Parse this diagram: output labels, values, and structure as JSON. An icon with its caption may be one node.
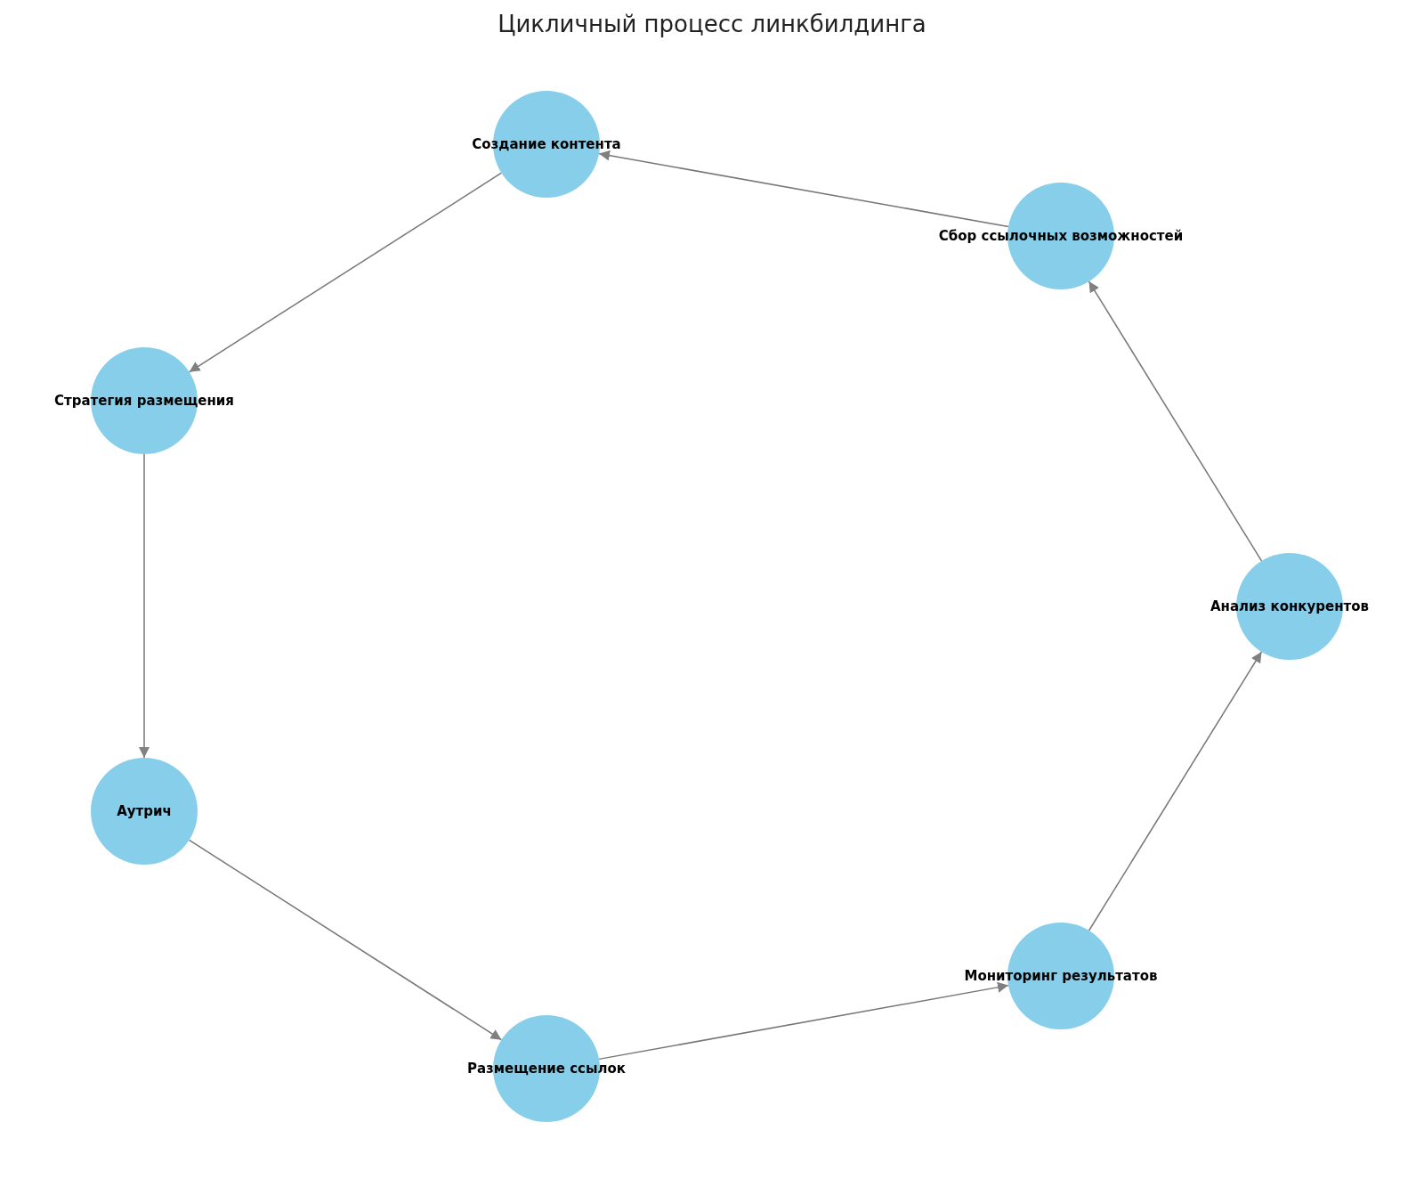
{
  "diagram": {
    "title": "Цикличный процесс линкбилдинга",
    "nodes": [
      {
        "text": [
          "Анализ конкурентов"
        ]
      },
      {
        "text": [
          "Сбор ссылочных возможностей"
        ]
      },
      {
        "text": [
          "Создание контента"
        ]
      },
      {
        "text": [
          "Стратегия размещения"
        ]
      },
      {
        "text": [
          "Аутрич"
        ]
      },
      {
        "text": [
          "Размещение ссылок"
        ]
      },
      {
        "text": [
          "Мониторинг результатов"
        ]
      }
    ],
    "edges": [
      {
        "from": 0,
        "to": 1,
        "arrow": "to"
      },
      {
        "from": 1,
        "to": 2,
        "arrow": "to"
      },
      {
        "from": 2,
        "to": 3,
        "arrow": "to"
      },
      {
        "from": 3,
        "to": 4,
        "arrow": "to"
      },
      {
        "from": 4,
        "to": 5,
        "arrow": "to"
      },
      {
        "from": 5,
        "to": 6,
        "arrow": "to"
      },
      {
        "from": 6,
        "to": 0,
        "arrow": "to"
      }
    ]
  }
}
